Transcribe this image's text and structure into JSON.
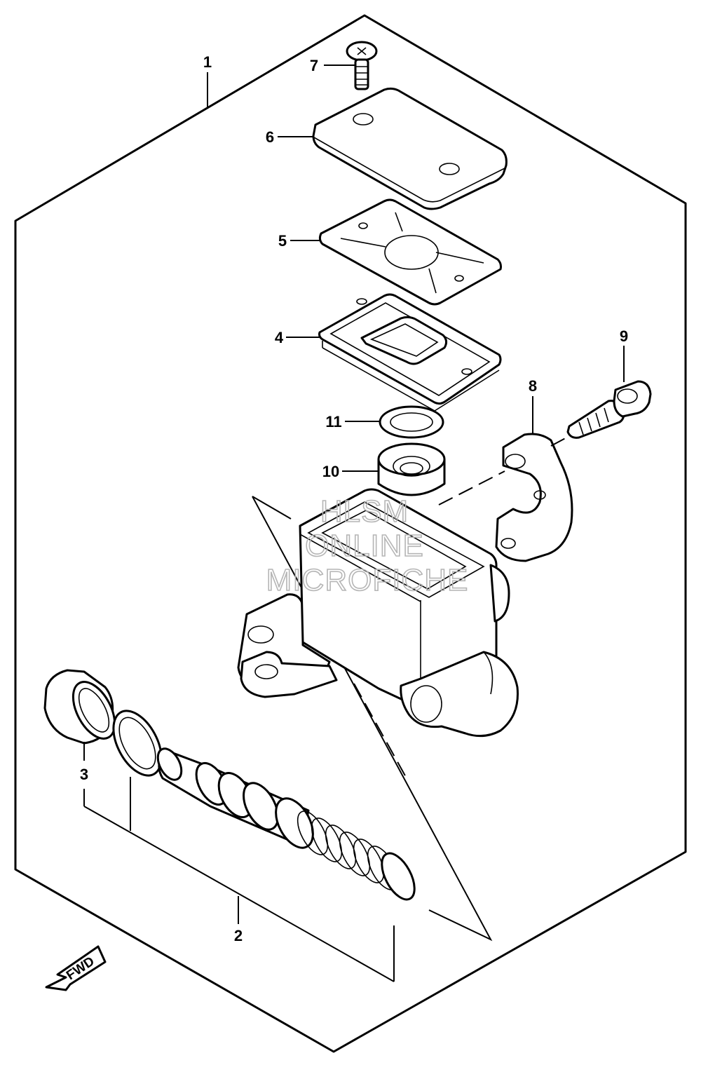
{
  "diagram": {
    "callouts": [
      {
        "id": "1",
        "label": "1"
      },
      {
        "id": "2",
        "label": "2"
      },
      {
        "id": "3",
        "label": "3"
      },
      {
        "id": "4",
        "label": "4"
      },
      {
        "id": "5",
        "label": "5"
      },
      {
        "id": "6",
        "label": "6"
      },
      {
        "id": "7",
        "label": "7"
      },
      {
        "id": "8",
        "label": "8"
      },
      {
        "id": "9",
        "label": "9"
      },
      {
        "id": "10",
        "label": "10"
      },
      {
        "id": "11",
        "label": "11"
      }
    ],
    "fwd_label": "FWD",
    "watermark": [
      "HLSM",
      "ONLINE",
      "MICROFICHE"
    ]
  }
}
